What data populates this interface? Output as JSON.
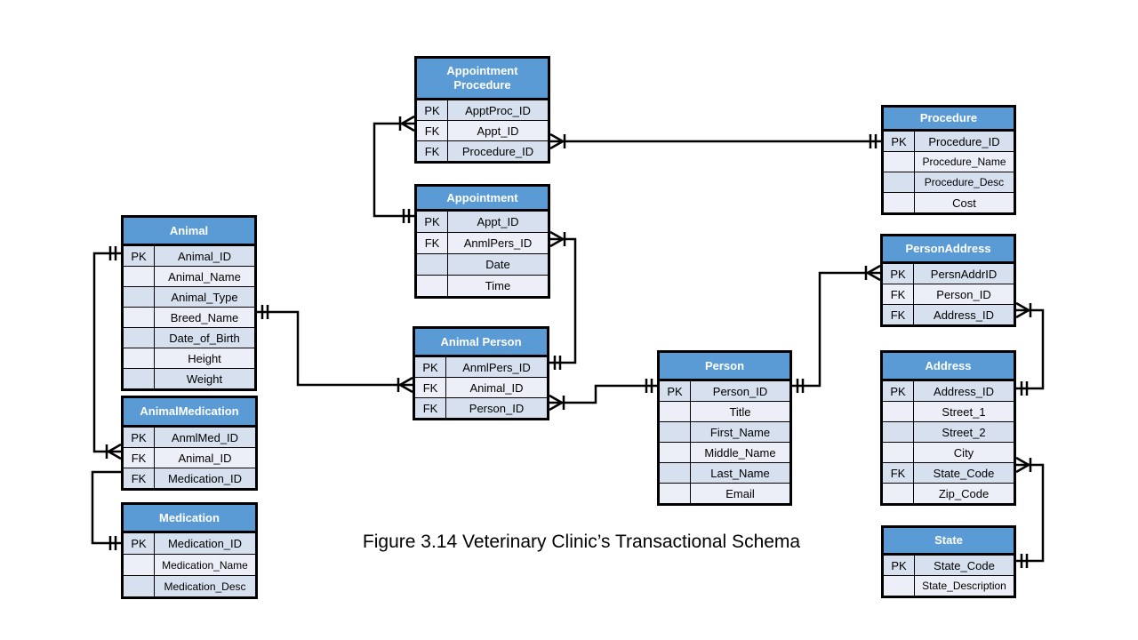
{
  "caption": "Figure 3.14 Veterinary Clinic’s Transactional Schema",
  "entities": {
    "appointment_procedure": {
      "title": "Appointment Procedure",
      "rows": [
        {
          "key": "PK",
          "field": "ApptProc_ID"
        },
        {
          "key": "FK",
          "field": "Appt_ID"
        },
        {
          "key": "FK",
          "field": "Procedure_ID"
        }
      ]
    },
    "procedure": {
      "title": "Procedure",
      "rows": [
        {
          "key": "PK",
          "field": "Procedure_ID"
        },
        {
          "key": "",
          "field": "Procedure_Name"
        },
        {
          "key": "",
          "field": "Procedure_Desc"
        },
        {
          "key": "",
          "field": "Cost"
        }
      ]
    },
    "appointment": {
      "title": "Appointment",
      "rows": [
        {
          "key": "PK",
          "field": "Appt_ID"
        },
        {
          "key": "FK",
          "field": "AnmlPers_ID"
        },
        {
          "key": "",
          "field": "Date"
        },
        {
          "key": "",
          "field": "Time"
        }
      ]
    },
    "animal": {
      "title": "Animal",
      "rows": [
        {
          "key": "PK",
          "field": "Animal_ID"
        },
        {
          "key": "",
          "field": "Animal_Name"
        },
        {
          "key": "",
          "field": "Animal_Type"
        },
        {
          "key": "",
          "field": "Breed_Name"
        },
        {
          "key": "",
          "field": "Date_of_Birth"
        },
        {
          "key": "",
          "field": "Height"
        },
        {
          "key": "",
          "field": "Weight"
        }
      ]
    },
    "animal_person": {
      "title": "Animal Person",
      "rows": [
        {
          "key": "PK",
          "field": "AnmlPers_ID"
        },
        {
          "key": "FK",
          "field": "Animal_ID"
        },
        {
          "key": "FK",
          "field": "Person_ID"
        }
      ]
    },
    "person": {
      "title": "Person",
      "rows": [
        {
          "key": "PK",
          "field": "Person_ID"
        },
        {
          "key": "",
          "field": "Title"
        },
        {
          "key": "",
          "field": "First_Name"
        },
        {
          "key": "",
          "field": "Middle_Name"
        },
        {
          "key": "",
          "field": "Last_Name"
        },
        {
          "key": "",
          "field": "Email"
        }
      ]
    },
    "person_address": {
      "title": "PersonAddress",
      "rows": [
        {
          "key": "PK",
          "field": "PersnAddrID"
        },
        {
          "key": "FK",
          "field": "Person_ID"
        },
        {
          "key": "FK",
          "field": "Address_ID"
        }
      ]
    },
    "address": {
      "title": "Address",
      "rows": [
        {
          "key": "PK",
          "field": "Address_ID"
        },
        {
          "key": "",
          "field": "Street_1"
        },
        {
          "key": "",
          "field": "Street_2"
        },
        {
          "key": "",
          "field": "City"
        },
        {
          "key": "FK",
          "field": "State_Code"
        },
        {
          "key": "",
          "field": "Zip_Code"
        }
      ]
    },
    "animal_medication": {
      "title": "AnimalMedication",
      "rows": [
        {
          "key": "PK",
          "field": "AnmlMed_ID"
        },
        {
          "key": "FK",
          "field": "Animal_ID"
        },
        {
          "key": "FK",
          "field": "Medication_ID"
        }
      ]
    },
    "medication": {
      "title": "Medication",
      "rows": [
        {
          "key": "PK",
          "field": "Medication_ID"
        },
        {
          "key": "",
          "field": "Medication_Name"
        },
        {
          "key": "",
          "field": "Medication_Desc"
        }
      ]
    },
    "state": {
      "title": "State",
      "rows": [
        {
          "key": "PK",
          "field": "State_Code"
        },
        {
          "key": "",
          "field": "State_Description"
        }
      ]
    }
  },
  "colors": {
    "header": "#5b9bd5",
    "row_odd": "#d6e0ef",
    "row_even": "#eceff7",
    "line": "#000000"
  }
}
